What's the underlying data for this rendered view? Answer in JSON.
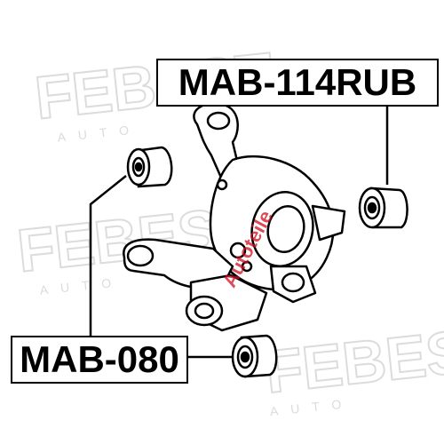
{
  "parts": {
    "upper_bushing": {
      "part_number": "MAB-114RUB"
    },
    "lower_bushing": {
      "part_number": "MAB-080"
    }
  },
  "watermark": {
    "brand": "FEBEST",
    "tagline": "AUTO",
    "stamp": "Autoteile",
    "color": "#d9d9d9",
    "stamp_color": "#d01020"
  },
  "colors": {
    "line": "#000000",
    "background": "#ffffff"
  }
}
